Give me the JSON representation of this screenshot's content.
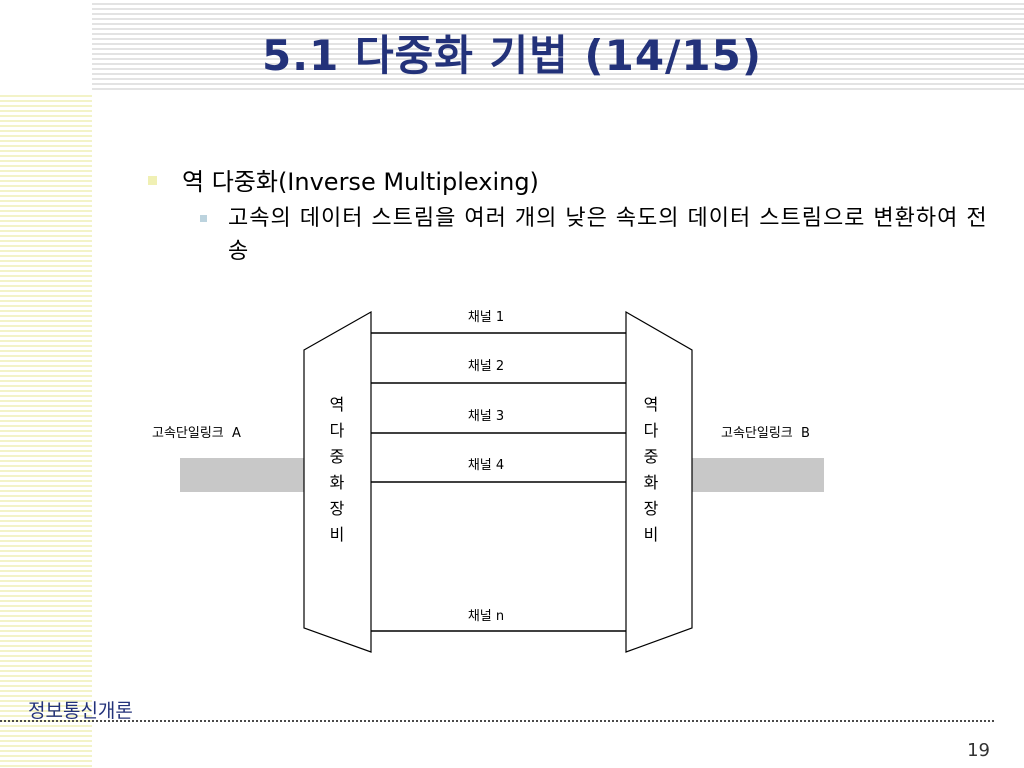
{
  "slide": {
    "title": "5.1 다중화 기법 (14/15)",
    "bullet1": "역 다중화(Inverse Multiplexing)",
    "bullet2": "고속의 데이터 스트림을 여러 개의 낮은 속도의 데이터 스트림으로 변환하여 전송",
    "footer": "정보통신개론",
    "page_number": "19"
  },
  "diagram": {
    "link_a": "고속단일링크  A",
    "link_b": "고속단일링크  B",
    "device_left": [
      "역",
      "다",
      "중",
      "화",
      "장",
      "비"
    ],
    "device_right": [
      "역",
      "다",
      "중",
      "화",
      "장",
      "비"
    ],
    "channels": [
      "채널 1",
      "채널 2",
      "채널 3",
      "채널 4",
      "채널 n"
    ]
  },
  "colors": {
    "title": "#23327a",
    "link_bar": "#c8c8c8",
    "stripe_left": "#f3f3c8",
    "stripe_top": "#e3e3e3"
  }
}
